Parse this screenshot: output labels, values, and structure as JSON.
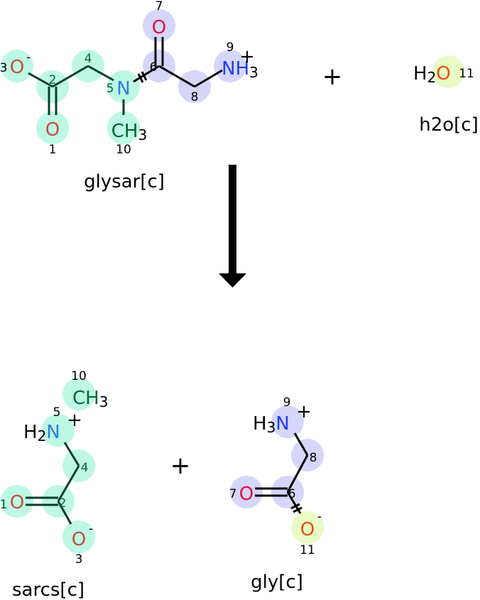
{
  "reactants": {
    "glysar": {
      "name": "glysar[c]",
      "O_carboxylate": "O",
      "O_carbonyl": "O",
      "N_amide": "N",
      "methyl": "CH",
      "methyl_sub": "3",
      "O_amide": "O",
      "ammonium": "NH",
      "ammonium_sub": "3",
      "charge_minus": "-",
      "charge_plus": "+",
      "indices": [
        "1",
        "2",
        "3",
        "4",
        "5",
        "6",
        "7",
        "8",
        "9",
        "10"
      ]
    },
    "h2o": {
      "name": "h2o[c]",
      "H": "H",
      "H_sub": "2",
      "O": "O",
      "index": "11"
    }
  },
  "operator_plus": "+",
  "products": {
    "sarcs": {
      "name": "sarcs[c]",
      "methyl": "CH",
      "methyl_sub": "3",
      "amine_H": "H",
      "amine_sub": "2",
      "N": "N",
      "O_double": "O",
      "O_single": "O",
      "charge_plus": "+",
      "charge_minus": "-",
      "indices": [
        "1",
        "2",
        "3",
        "4",
        "5",
        "10"
      ]
    },
    "gly": {
      "name": "gly[c]",
      "amine_H": "H",
      "amine_sub": "3",
      "N": "N",
      "O_double": "O",
      "O_single": "O",
      "charge_plus": "+",
      "charge_minus": "-",
      "indices": [
        "6",
        "7",
        "8",
        "9",
        "11"
      ]
    }
  },
  "colors": {
    "green_highlight": "#bdf8e4",
    "purple_highlight": "#d6d6fa",
    "yellow_highlight": "#e9fcc6",
    "oxygen": "#c0503a",
    "oxygen_red": "#dc143c",
    "oxygen_orange": "#e8500a",
    "nitrogen": "#2a7de1",
    "nitrogen_dark": "#1e3cf0"
  }
}
